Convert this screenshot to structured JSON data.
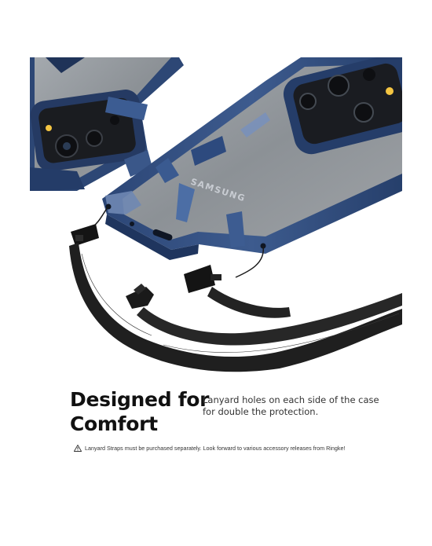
{
  "product_photo": {
    "case_brand_text": "SAMSUNG"
  },
  "headline": {
    "line1": "Designed for",
    "line2": "Comfort"
  },
  "description": {
    "line1": "Lanyard holes on each side of the case",
    "line2": "for double the protection."
  },
  "notice": {
    "icon": "warning-triangle-icon",
    "text": "Lanyard Straps must be purchased separately. Look forward to various accessory releases from Ringke!"
  },
  "colors": {
    "case_blue": "#2f4a78",
    "case_clear": "#8f959c",
    "strap_black": "#1f1f1f",
    "headline_text": "#111111"
  }
}
